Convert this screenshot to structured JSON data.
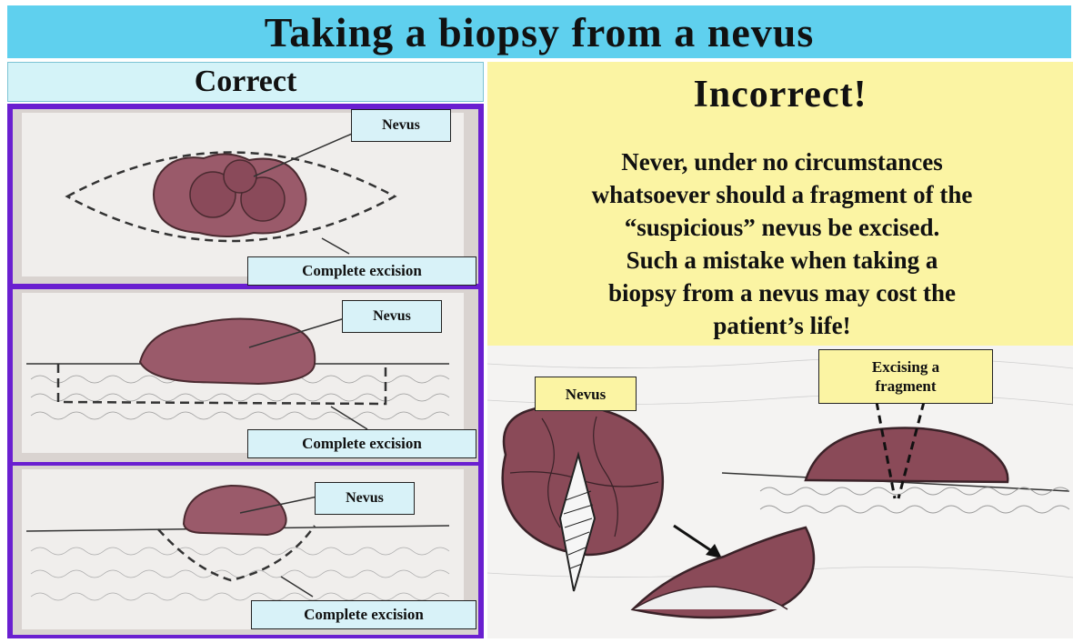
{
  "title": "Taking a biopsy from a nevus",
  "correct": {
    "heading": "Correct",
    "panels": [
      {
        "nevus_label": "Nevus",
        "excision_label": "Complete excision"
      },
      {
        "nevus_label": "Nevus",
        "excision_label": "Complete excision"
      },
      {
        "nevus_label": "Nevus",
        "excision_label": "Complete excision"
      }
    ]
  },
  "incorrect": {
    "heading": "Incorrect!",
    "body_lines": [
      "Never, under no circumstances",
      "whatsoever should a fragment of the",
      "“suspicious” nevus be excised.",
      "Such a mistake when taking a",
      "biopsy from a nevus may cost the",
      "patient’s life!"
    ],
    "nevus_label": "Nevus",
    "fragment_label_lines": [
      "Excising a",
      "fragment"
    ]
  },
  "colors": {
    "title_bg": "#5fd0ee",
    "left_border": "#6a1fd0",
    "yellow_bg": "#fbf4a3",
    "nevus_fill": "#9a5a6a"
  }
}
